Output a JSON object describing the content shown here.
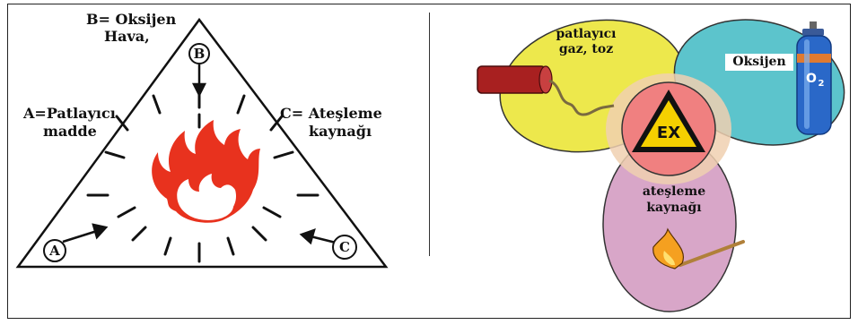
{
  "fire_triangle": {
    "b_label_line1": "B= Oksijen",
    "b_label_line2": "Hava,",
    "a_label_line1": "A=Patlayıcı",
    "a_label_line2": "madde",
    "c_label_line1": "C= Ateşleme",
    "c_label_line2": "kaynağı",
    "marker_a": "A",
    "marker_b": "B",
    "marker_c": "C"
  },
  "venn": {
    "yellow_line1": "patlayıcı",
    "yellow_line2": "gaz, toz",
    "cyan_label": "Oksijen",
    "pink_line1": "ateşleme",
    "pink_line2": "kaynağı",
    "center_sign": "EX",
    "cylinder_label": "O",
    "cylinder_sub": "2"
  },
  "colors": {
    "flame": "#e8321e",
    "yellow": "#ede84c",
    "cyan": "#5cc4cc",
    "pink": "#d8a6c8",
    "center": "#f08080",
    "overlap": "#f0d0b0",
    "sign_yellow": "#f5d000"
  },
  "icons": [
    "flame-icon",
    "dynamite-icon",
    "oxygen-cylinder-icon",
    "match-icon",
    "ex-warning-icon"
  ]
}
